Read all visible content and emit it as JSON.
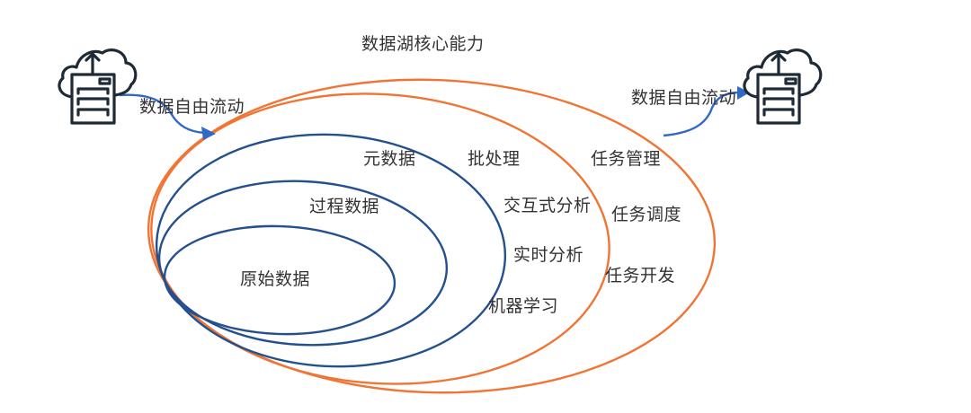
{
  "title": "数据湖核心能力",
  "colors": {
    "orange": "#F07535",
    "blue": "#24508F",
    "arrow": "#3169C4",
    "icon": "#1E2A36",
    "text": "#333333",
    "background": "#FFFFFF"
  },
  "flow": {
    "left_label": "数据自由流动",
    "right_label": "数据自由流动",
    "left_icon": "cloud-upload-server-icon",
    "right_icon": "cloud-upload-server-icon"
  },
  "data_layers": [
    {
      "label": "原始数据",
      "ring": "innermost-blue"
    },
    {
      "label": "过程数据",
      "ring": "middle-blue"
    },
    {
      "label": "元数据",
      "ring": "outer-blue"
    }
  ],
  "compute_capabilities": {
    "ring": "inner-orange",
    "items": [
      "批处理",
      "交互式分析",
      "实时分析",
      "机器学习"
    ]
  },
  "task_capabilities": {
    "ring": "outer-orange",
    "items": [
      "任务管理",
      "任务调度",
      "任务开发"
    ]
  }
}
